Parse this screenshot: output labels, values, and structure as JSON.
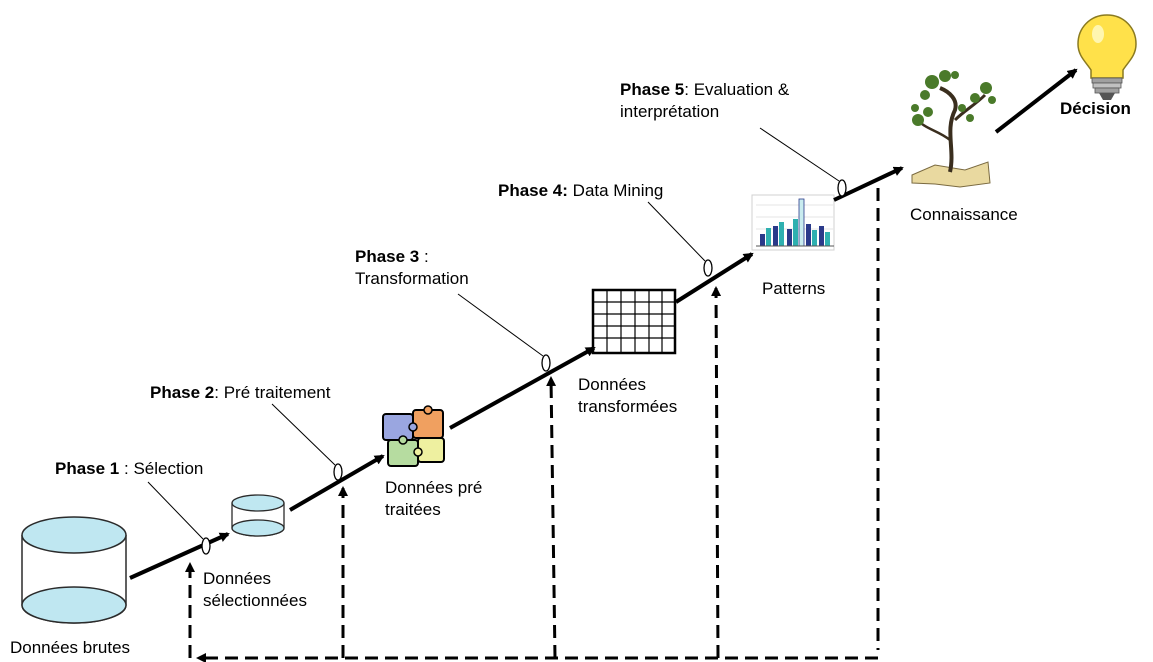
{
  "labels": {
    "raw": "Données brutes",
    "selected_1": "Données",
    "selected_2": "sélectionnées",
    "preprocessed_1": "Données pré",
    "preprocessed_2": "traitées",
    "transformed_1": "Données",
    "transformed_2": "transformées",
    "patterns": "Patterns",
    "knowledge": "Connaissance",
    "decision": "Décision"
  },
  "phases": [
    {
      "name": "Phase 1",
      "sep": " : ",
      "text": "Sélection"
    },
    {
      "name": "Phase 2",
      "sep": ": ",
      "text": "Pré traitement"
    },
    {
      "name": "Phase 3",
      "sep": " :",
      "text": "Transformation"
    },
    {
      "name": "Phase 4:",
      "sep": " ",
      "text": "Data Mining"
    },
    {
      "name": "Phase 5",
      "sep": ": ",
      "text": "Evaluation &",
      "text2": "interprétation"
    }
  ],
  "colors": {
    "cylinder_fill": "#bfe7f1",
    "cylinder_stroke": "#2b2b2b",
    "puzzle_blue": "#9aa6e0",
    "puzzle_orange": "#f0a060",
    "puzzle_green": "#b6dca0",
    "puzzle_yellow": "#eef0a0",
    "bulb": "#ffe14a",
    "tree": "#4a7a2a"
  },
  "icons": [
    "database-icon",
    "puzzle-icon",
    "grid-table-icon",
    "bar-chart-icon",
    "tree-icon",
    "lightbulb-icon"
  ]
}
